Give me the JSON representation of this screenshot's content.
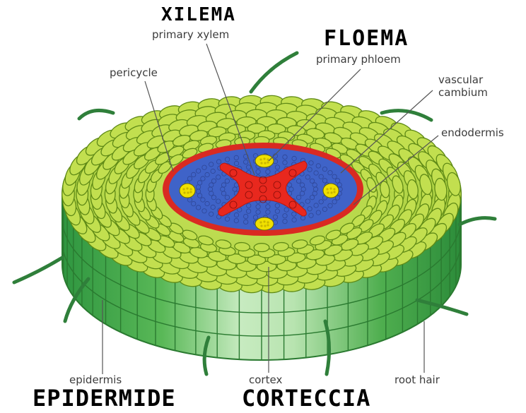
{
  "labels": {
    "primary_xylem": "primary xylem",
    "primary_phloem": "primary phloem",
    "pericycle": "pericycle",
    "vascular_cambium_line1": "vascular",
    "vascular_cambium_line2": "cambium",
    "endodermis": "endodermis",
    "epidermis": "epidermis",
    "cortex": "cortex",
    "root_hair": "root hair"
  },
  "handwritten": {
    "xilema": "XILEMA",
    "floema": "FLOEMA",
    "epidermide": "EPIDERMIDE",
    "corteccia": "CORTECCIA"
  },
  "colors": {
    "cortex_top": "#b9d84a",
    "cortex_cell_stroke": "#5f8a16",
    "side_green": "#45ad45",
    "side_light": "#c7ebc0",
    "vascular_blue": "#3f63c8",
    "xylem_red": "#e8281e",
    "phloem_yellow": "#f0e000",
    "root_hair_green": "#2f7f3a",
    "label_gray": "#3c3c3c",
    "handwriting": "#000000"
  }
}
